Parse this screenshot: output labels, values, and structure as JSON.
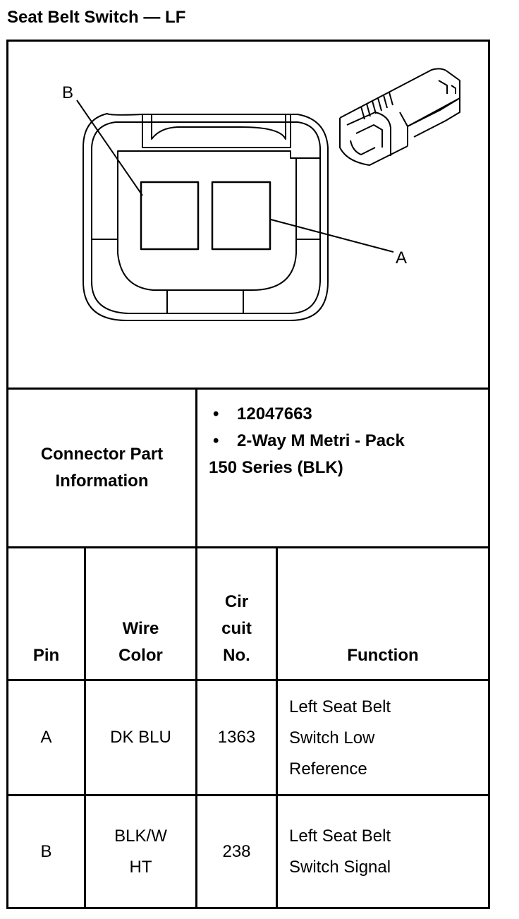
{
  "title": "Seat Belt Switch — LF",
  "diagram": {
    "label_a": "A",
    "label_b": "B"
  },
  "connector": {
    "label": "Connector Part Information",
    "bullet_glyph": "•",
    "details": [
      "12047663",
      "2-Way M Metri - Pack"
    ],
    "details_cont": "150 Series (BLK)"
  },
  "table": {
    "headers": {
      "pin": "Pin",
      "wire_color": "Wire Color",
      "circuit": "Cir cuit No.",
      "function": "Function"
    },
    "rows": [
      {
        "pin": "A",
        "wire_color": "DK BLU",
        "circuit": "1363",
        "function": "Left Seat Belt Switch Low Reference"
      },
      {
        "pin": "B",
        "wire_color": "BLK/W HT",
        "circuit": "238",
        "function": "Left Seat Belt Switch Signal"
      }
    ]
  },
  "colors": {
    "line": "#000000",
    "background": "#ffffff"
  }
}
